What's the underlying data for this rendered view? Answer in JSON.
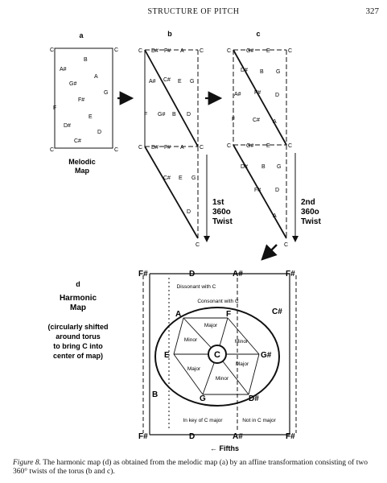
{
  "header": {
    "title": "STRUCTURE OF PITCH",
    "page_number": "327"
  },
  "panels": {
    "a": {
      "letter": "a",
      "title_line1": "Melodic",
      "title_line2": "Map",
      "corners": [
        "C",
        "C",
        "C",
        "C"
      ],
      "notes": [
        "B",
        "A#",
        "A",
        "G#",
        "G",
        "F#",
        "E",
        "F",
        "D#",
        "D",
        "C#"
      ]
    },
    "b": {
      "letter": "b",
      "top_row": [
        "C",
        "D#",
        "F#",
        "A",
        "C"
      ],
      "mid_row": [
        "C",
        "D#",
        "F#",
        "A",
        "C"
      ],
      "notes_upper": [
        "A#",
        "C#",
        "E",
        "G",
        "F",
        "G#",
        "B",
        "D"
      ],
      "notes_lower": [
        "C#",
        "E",
        "G",
        "D"
      ],
      "bottom": "C",
      "twist_line1": "1st",
      "twist_line2": "360o",
      "twist_line3": "Twist"
    },
    "c": {
      "letter": "c",
      "top_row": [
        "C",
        "G#",
        "E",
        "C"
      ],
      "mid_row": [
        "C",
        "G#",
        "E",
        "C"
      ],
      "notes_upper": [
        "D#",
        "B",
        "G",
        "A#",
        "F#",
        "D",
        "C#",
        "A",
        "F"
      ],
      "notes_lower": [
        "D#",
        "B",
        "G",
        "F#",
        "D",
        "A"
      ],
      "bottom": "C",
      "twist_line1": "2nd",
      "twist_line2": "360o",
      "twist_line3": "Twist"
    },
    "d": {
      "letter": "d",
      "title_line1": "Harmonic",
      "title_line2": "Map",
      "note_line1": "(circularly shifted",
      "note_line2": "around torus",
      "note_line3": "to bring C into",
      "note_line4": "center of map)",
      "top": [
        "F#",
        "D",
        "A#",
        "F#"
      ],
      "bottom": [
        "F#",
        "D",
        "A#",
        "F#"
      ],
      "left": "B",
      "right": "C#",
      "dissonant": "Dissonant with C",
      "consonant": "Consonant with C",
      "center": "C",
      "nodes": [
        "A",
        "F",
        "E",
        "G#",
        "G",
        "D#"
      ],
      "regions": [
        "Major",
        "Minor",
        "Minor",
        "Minor",
        "Major",
        "Major"
      ],
      "key_of": "In key of C major",
      "not_in": "Not in C major",
      "fifths": "← Fifths"
    }
  },
  "caption": {
    "label": "Figure 8.",
    "text": "The harmonic map (d) as obtained from the melodic map (a) by an affine transformation consisting of two 360° twists of the torus (b and c)."
  }
}
